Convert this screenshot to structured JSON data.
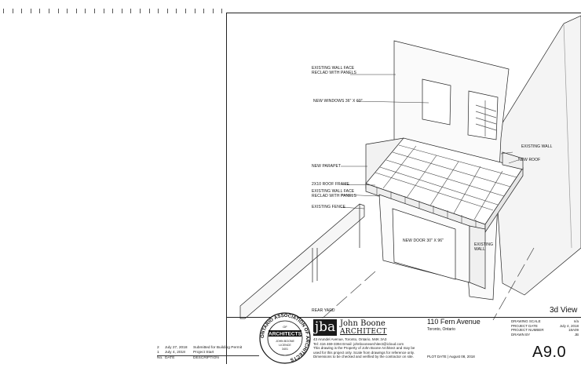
{
  "labels": {
    "wall_face_top": "EXISTING WALL FACE\nRECLAD WITH PANELS",
    "new_windows": "NEW WINDOWS 36\" X 60\"",
    "existing_wall": "EXISTING WALL",
    "new_roof": "NEW ROOF",
    "new_parapet": "NEW PARAPET",
    "roof_frame": "2X10 ROOF FRAME",
    "wall_face_mid": "EXISTING WALL FACE\nRECLAD WITH PANELS",
    "existing_fence": "EXISTING FENCE",
    "new_door": "NEW DOOR 30\" X 96\"",
    "existing_wall_side": "EXISTING\nWALL",
    "rear_yard": "REAR YARD"
  },
  "view_title": "3d View",
  "seal": {
    "ring_text": "ONTARIO ASSOCIATION OF ARCHITECTS",
    "center_top": "OF",
    "center_main": "ARCHITECTS",
    "name": "JOHN BOONE",
    "licence": "LICENCE",
    "number": "3401"
  },
  "firm": {
    "mark": "jba",
    "name": "John Boone",
    "title": "ARCHITECT",
    "address": "43 Arundel Avenue, Toronto, Ontario, M4K 3A3",
    "contact": "Tel: 416 469-3394   Email: johnboonearchitect@icloud.com",
    "notice": "This drawing is the Property of John Boone Architect and may be\nused for this project only. Scale from drawings for reference only.\nDimensions to be checked and verified by the contractor on site."
  },
  "revisions": {
    "rows": [
      {
        "no": "2",
        "date": "July 27, 2018",
        "desc": "Submitted for Building Permit"
      },
      {
        "no": "1",
        "date": "July 4, 2018",
        "desc": "Project Start"
      }
    ],
    "header": {
      "no": "No.",
      "date": "DATE",
      "desc": "DESCRIPTION"
    }
  },
  "project": {
    "title": "110 Fern Avenue",
    "city": "Toronto, Ontario",
    "plot_date": "PLOT DATE | August 08, 2018"
  },
  "drawing_info": {
    "rows": [
      {
        "label": "DRAWING SCALE",
        "value": "n/a"
      },
      {
        "label": "PROJECT DATE",
        "value": "July 4, 2018"
      },
      {
        "label": "PROJECT NUMBER",
        "value": "18A09"
      },
      {
        "label": "DRAWN BY",
        "value": "JB"
      }
    ],
    "sheet": "A9.0"
  }
}
